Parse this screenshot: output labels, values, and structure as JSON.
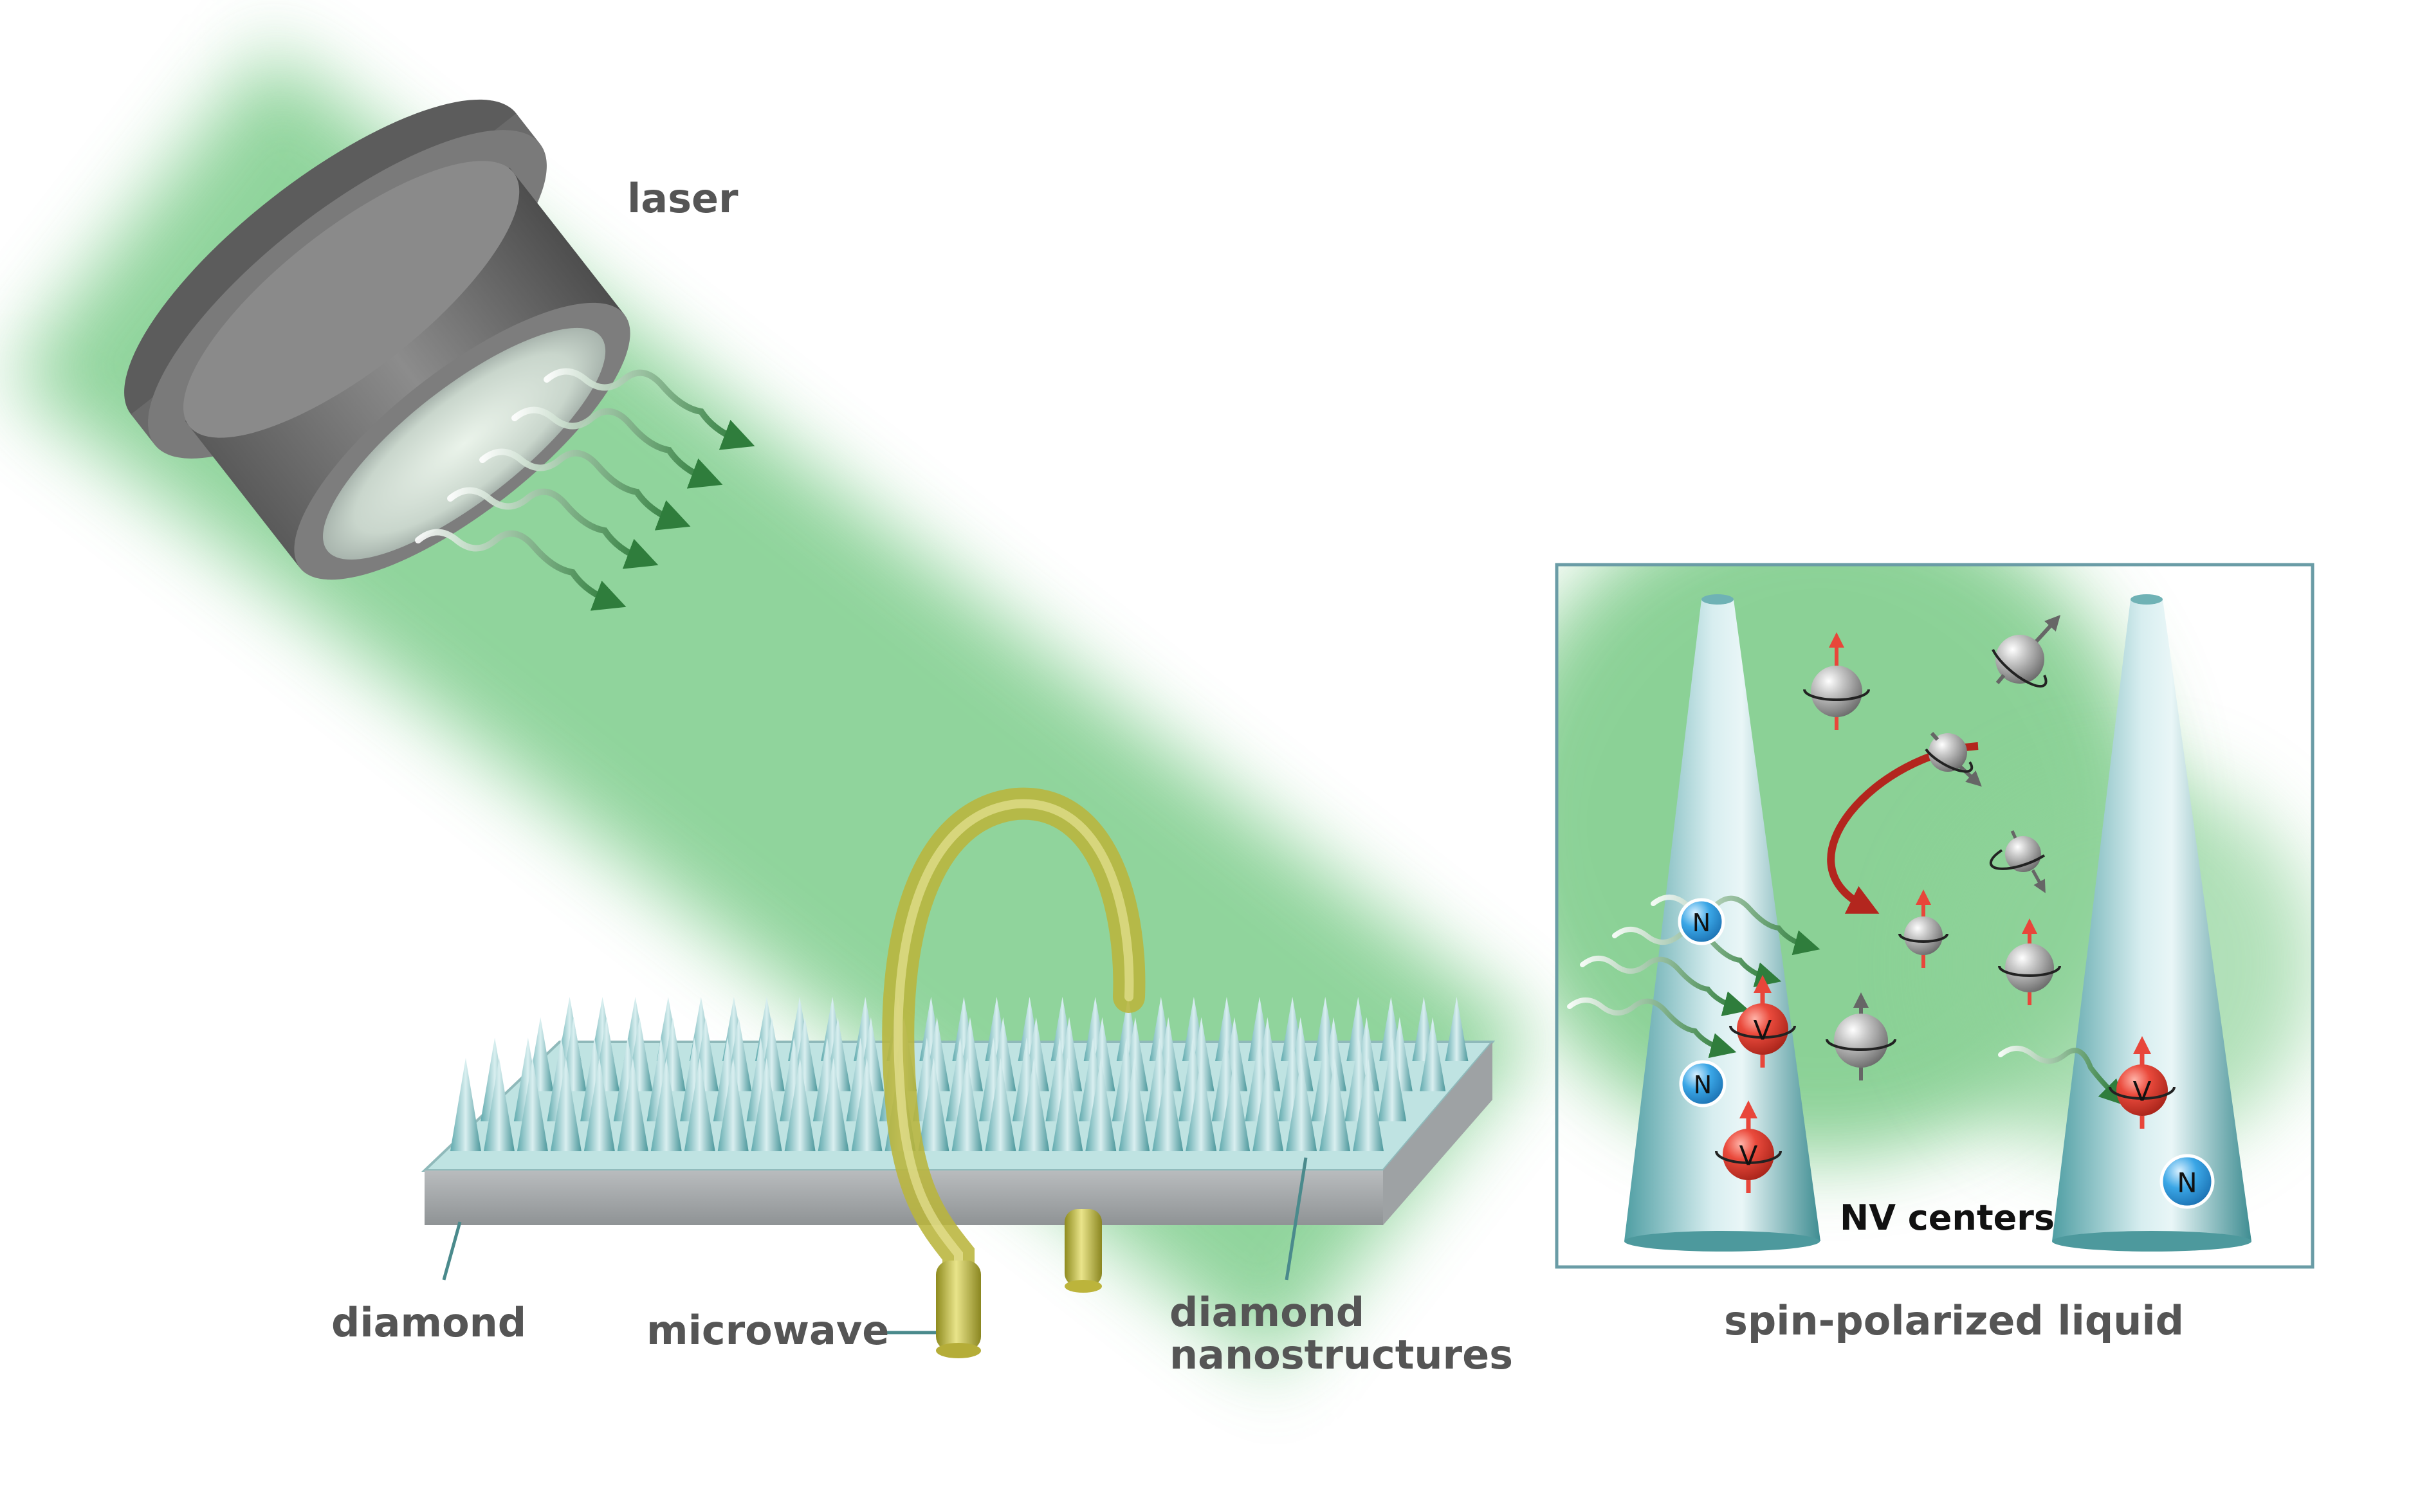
{
  "labels": {
    "laser": "laser",
    "diamond": "diamond",
    "microwave": "microwave",
    "nanostructures_line1": "diamond",
    "nanostructures_line2": "nanostructures",
    "inset_caption": "spin-polarized liquid",
    "nv_centers": "NV centers"
  },
  "atom_letters": {
    "nitrogen": "N",
    "vacancy": "V"
  },
  "colors": {
    "laser_beam": "#7fcf8a",
    "diamond_slab": "#a8abad",
    "nanostructure": "#6fb7b9",
    "microwave_wire": "#c9c23a",
    "vacancy_atom": "#e8463a",
    "nitrogen_atom": "#2f9ee0",
    "spin_atom": "#a9a9a9",
    "transfer_arrow": "#b3261e",
    "inset_border": "#6a9ca6"
  }
}
